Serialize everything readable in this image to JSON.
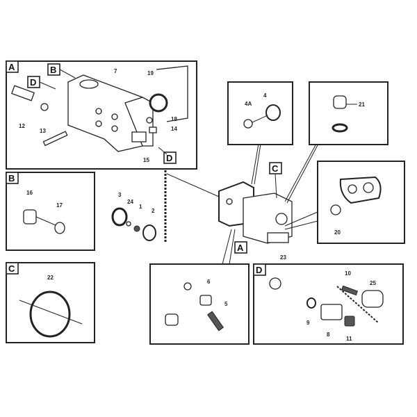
{
  "title": "Valve assembly exploded parts diagram",
  "detail_tags": {
    "A": "A",
    "B": "B",
    "C": "C",
    "D": "D"
  },
  "part_numbers": {
    "p1": "1",
    "p2": "2",
    "p3": "3",
    "p4": "4",
    "p4A": "4A",
    "p5": "5",
    "p6": "6",
    "p7": "7",
    "p8": "8",
    "p9": "9",
    "p10": "10",
    "p11": "11",
    "p12": "12",
    "p13": "13",
    "p14": "14",
    "p15": "15",
    "p16": "16",
    "p17": "17",
    "p18": "18",
    "p19": "19",
    "p20": "20",
    "p21": "21",
    "p22": "22",
    "p23": "23",
    "p24": "24",
    "p25": "25"
  }
}
